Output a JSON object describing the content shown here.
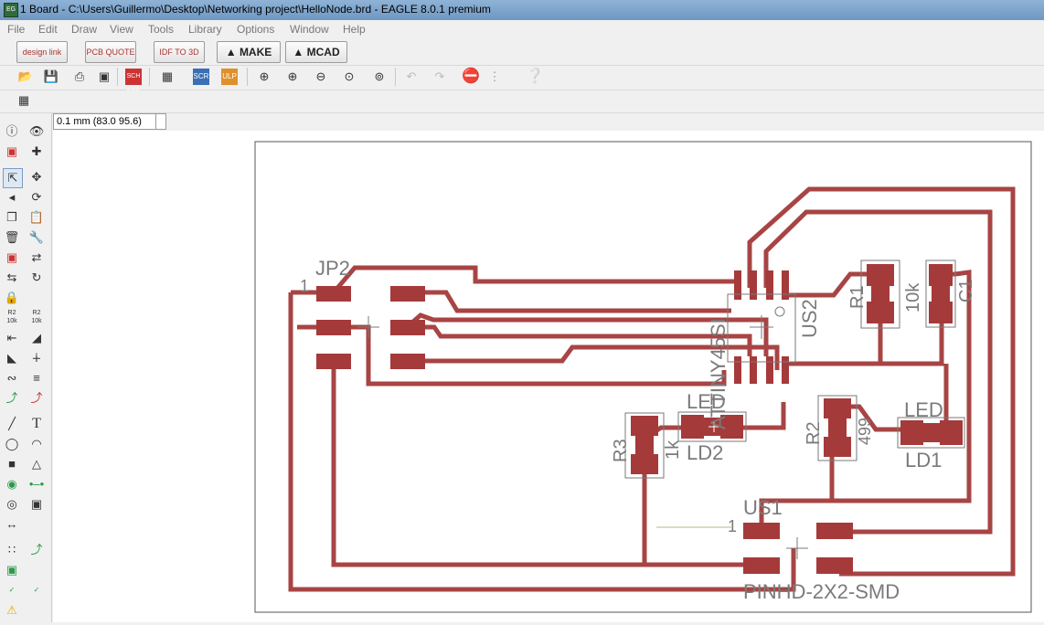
{
  "window": {
    "title": "1 Board - C:\\Users\\Guillermo\\Desktop\\Networking project\\HelloNode.brd - EAGLE 8.0.1 premium"
  },
  "menu": [
    "File",
    "Edit",
    "Draw",
    "View",
    "Tools",
    "Library",
    "Options",
    "Window",
    "Help"
  ],
  "toolbar1": {
    "designlink": "design link",
    "pcbquote": "PCB QUOTE",
    "idf": "IDF TO 3D",
    "make": "MAKE",
    "mcad": "MCAD"
  },
  "toolbar2": {
    "icons": [
      "open-icon",
      "save-icon",
      "print-icon",
      "cam-icon",
      "schematic-icon",
      "library-icon",
      "script-icon",
      "ulp-icon",
      "zoom-fit-icon",
      "zoom-in-icon",
      "zoom-out-icon",
      "zoom-redraw-icon",
      "zoom-select-icon",
      "undo-icon",
      "redo-icon",
      "stop-icon",
      "go-icon",
      "help-icon"
    ],
    "sch_label": "SCH BRD",
    "scr_label": "SCR",
    "ulp_label": "ULP"
  },
  "status": {
    "coord": "0.1 mm (83.0 95.6)"
  },
  "palette": {
    "r2_label": "R2 10k",
    "r2_label_b": "R2 10k"
  },
  "board": {
    "labels": {
      "jp2": "JP2",
      "jp2_pin": "1",
      "r1": "R1",
      "r1_val": "10k",
      "c1": "C1",
      "us2": "US2",
      "attiny": "ATTINY45SI",
      "led2_name": "LED",
      "led2_ref": "LD2",
      "r3": "R3",
      "r3_val": "1k",
      "r2": "R2",
      "r2_val": "499",
      "led1_name": "LED",
      "led1_ref": "LD1",
      "us1": "US1",
      "us1_pin": "1",
      "pinhd": "PINHD-2X2-SMD"
    }
  },
  "colors": {
    "trace": "#a84444",
    "pad": "#a53a3a",
    "silk": "#7a7a7a",
    "outline": "#555555"
  }
}
